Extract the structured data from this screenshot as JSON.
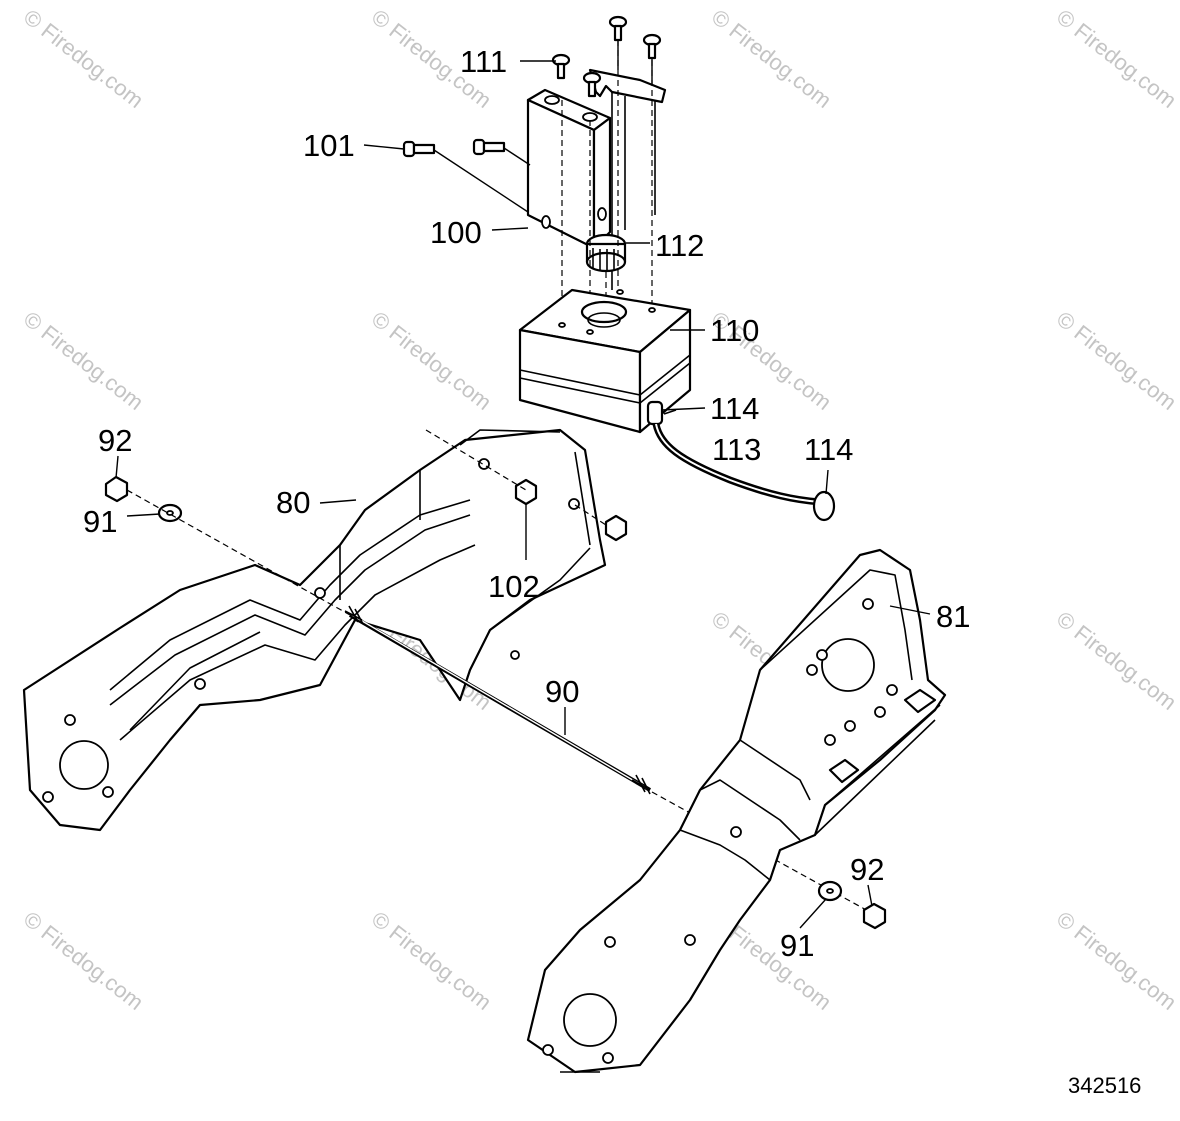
{
  "diagram": {
    "figure_number": "342516",
    "watermark_text": "© Firedog.com",
    "callouts": [
      {
        "id": "c111",
        "label": "111"
      },
      {
        "id": "c101",
        "label": "101"
      },
      {
        "id": "c100",
        "label": "100"
      },
      {
        "id": "c112",
        "label": "112"
      },
      {
        "id": "c110",
        "label": "110"
      },
      {
        "id": "c114a",
        "label": "114"
      },
      {
        "id": "c113",
        "label": "113"
      },
      {
        "id": "c114b",
        "label": "114"
      },
      {
        "id": "c92a",
        "label": "92"
      },
      {
        "id": "c91a",
        "label": "91"
      },
      {
        "id": "c80",
        "label": "80"
      },
      {
        "id": "c102",
        "label": "102"
      },
      {
        "id": "c81",
        "label": "81"
      },
      {
        "id": "c90",
        "label": "90"
      },
      {
        "id": "c92b",
        "label": "92"
      },
      {
        "id": "c91b",
        "label": "91"
      }
    ]
  }
}
